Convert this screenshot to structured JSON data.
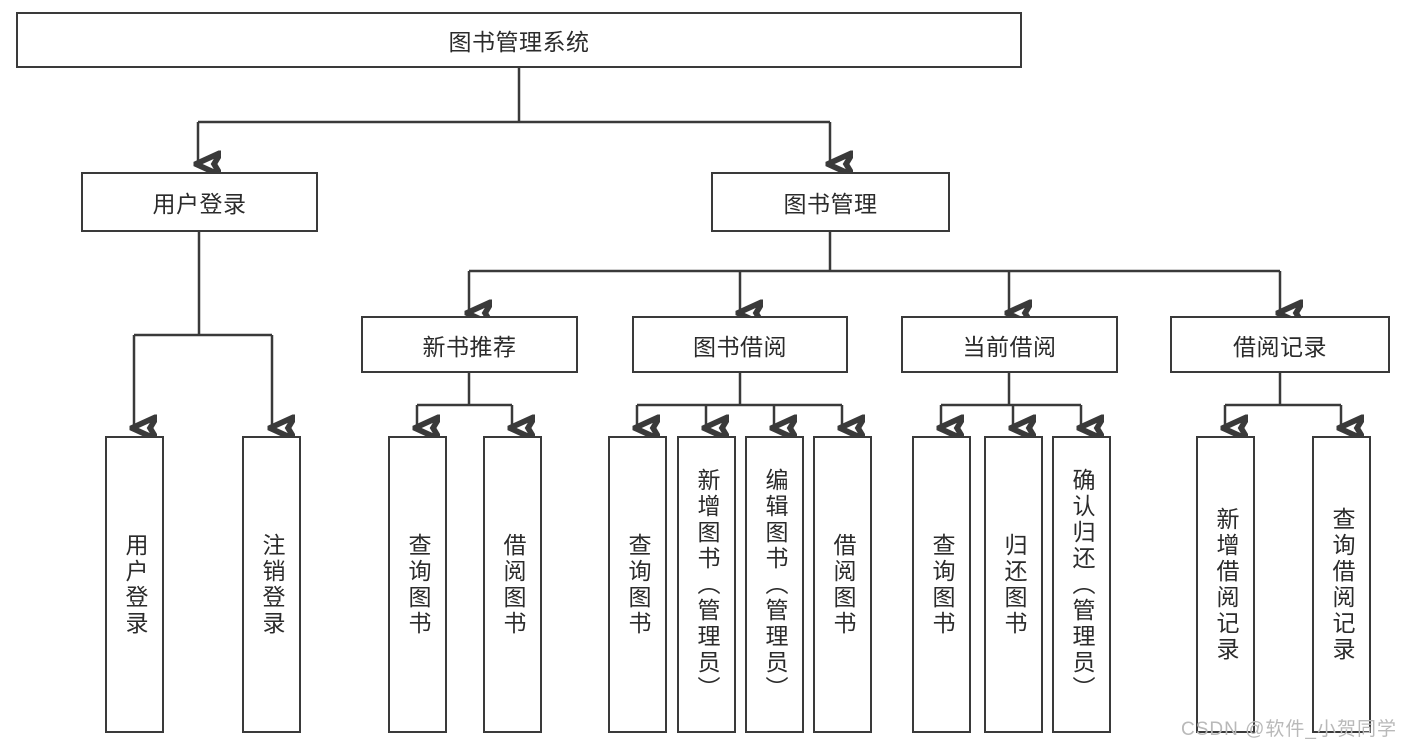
{
  "diagram": {
    "title": "图书管理系统",
    "watermark": "CSDN @软件_小贺同学",
    "colors": {
      "border": "#3a3a3a",
      "background": "#ffffff",
      "text": "#2b2b2b",
      "watermark": "#b9b9b9"
    },
    "root": {
      "label": "图书管理系统"
    },
    "level1": [
      {
        "label": "用户登录"
      },
      {
        "label": "图书管理"
      }
    ],
    "level2": [
      {
        "label": "新书推荐"
      },
      {
        "label": "图书借阅"
      },
      {
        "label": "当前借阅"
      },
      {
        "label": "借阅记录"
      }
    ],
    "leaves": {
      "user_login": [
        {
          "label": "用户登录"
        },
        {
          "label": "注销登录"
        }
      ],
      "new_book_recommend": [
        {
          "label": "查询图书"
        },
        {
          "label": "借阅图书"
        }
      ],
      "book_borrow": [
        {
          "label": "查询图书"
        },
        {
          "label": "新增图书（管理员）"
        },
        {
          "label": "编辑图书（管理员）"
        },
        {
          "label": "借阅图书"
        }
      ],
      "current_borrow": [
        {
          "label": "查询图书"
        },
        {
          "label": "归还图书"
        },
        {
          "label": "确认归还（管理员）"
        }
      ],
      "borrow_record": [
        {
          "label": "新增借阅记录"
        },
        {
          "label": "查询借阅记录"
        }
      ]
    }
  }
}
